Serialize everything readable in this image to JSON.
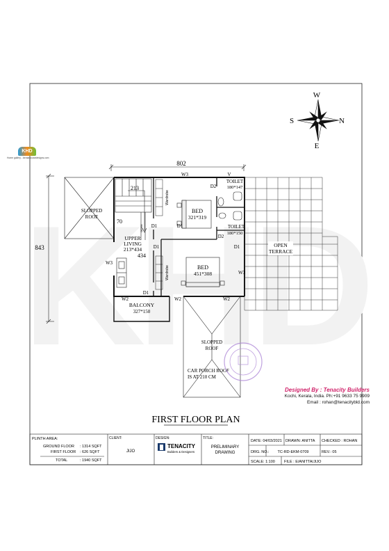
{
  "logo": {
    "mark": "KHD",
    "url": "Home gallery - keralahousedesigns.com"
  },
  "dimensions": {
    "width": "802",
    "height": "843"
  },
  "compass": {
    "north": "N",
    "south": "S",
    "east": "E",
    "west": "W"
  },
  "rooms": {
    "sloped_roof_left": [
      "SLOPPED",
      "ROOF"
    ],
    "staircase_dim_a": "213",
    "staircase_dim_b": "70",
    "staircase_label": "DOWN",
    "upper_living": [
      "UPPER",
      "LIVING",
      "213*434"
    ],
    "upper_living_dim": "434",
    "bed1": [
      "BED",
      "321*319"
    ],
    "bed2": [
      "BED",
      "451*308"
    ],
    "toilet1": [
      "TOILET",
      "180*147"
    ],
    "toilet2": [
      "TOILET",
      "180*150"
    ],
    "open_terrace": [
      "OPEN",
      "TERRACE"
    ],
    "balcony": [
      "BALCONY",
      "327*150"
    ],
    "sloped_roof_porch": [
      "SLOPPED",
      "ROOF"
    ],
    "car_porch_note": [
      "CAR PORCH ROOF",
      "IS AT 210 CM"
    ],
    "wardrobe": "Wardrobe"
  },
  "openings": {
    "w3": "W3",
    "w2": "W2",
    "d1": "D1",
    "d2": "D2",
    "v": "V"
  },
  "plan_title": "FIRST FLOOR PLAN",
  "credit": {
    "designed_by": "Designed By : Tenacity Builders",
    "address": "Kochi, Kerala, India. Ph:+91 9633 75 9909",
    "email": "Email : rohan@tenacitybld.com"
  },
  "title_block": {
    "plinth_area_label": "PLINTH AREA:",
    "ground_floor_label": "GROUND FLOOR",
    "ground_floor_value": ": 1314 SQFT",
    "first_floor_label": "FIRST FLOOR",
    "first_floor_value": ": 626 SQFT",
    "total_label": "TOTAL",
    "total_value": ": 1940 SQFT",
    "client_label": "CLIENT:",
    "client_value": "JIJO",
    "design_label": "DESIGN:",
    "company_name": "TENACITY",
    "company_sub": "Builders & Designers",
    "title_label": "TITLE:",
    "title_value": [
      "PRELIMINARY",
      "DRAWING"
    ],
    "date": "DATE: 04/03/2021",
    "drawn": "DRAWN: ANITTA",
    "checked": "CHECKED : ROHAN",
    "drg_no_label": "DRG. NO.:",
    "drg_no_value": "TC-RD-EKM-0709",
    "rev": "REV.: 05",
    "scale": "SCALE:  1:100",
    "file": "FILE : E/ANITTA/JIJO"
  },
  "watermark": "KHD"
}
